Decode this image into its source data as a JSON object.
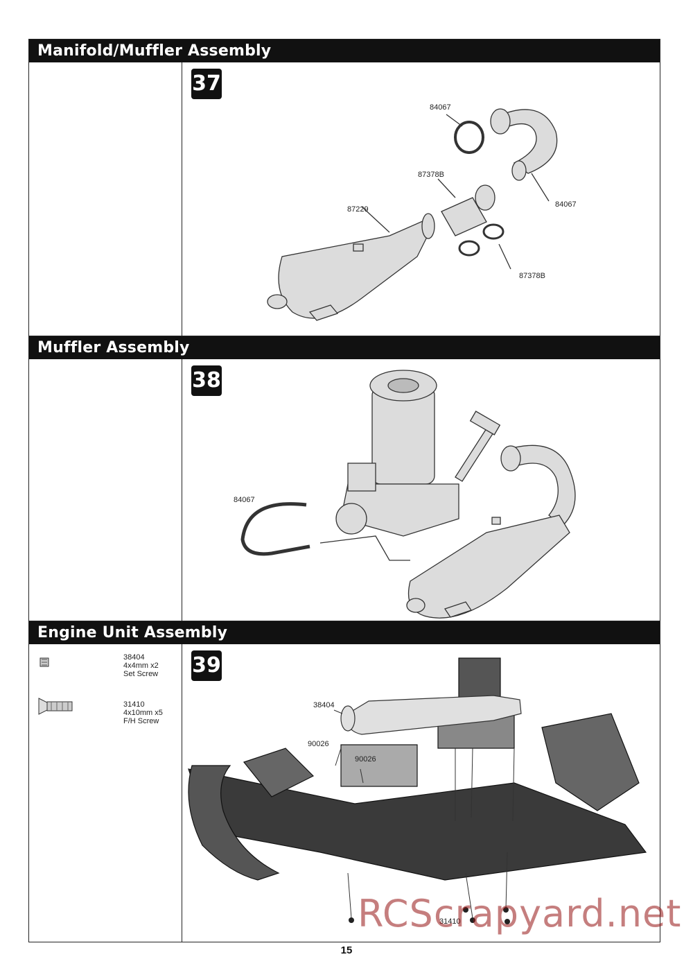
{
  "sections": [
    {
      "title": "Manifold/Muffler Assembly",
      "step": "37",
      "labels": [
        "84067",
        "87378B",
        "84067",
        "87229",
        "87378B"
      ]
    },
    {
      "title": "Muffler Assembly",
      "step": "38",
      "labels": [
        "84067"
      ]
    },
    {
      "title": "Engine Unit Assembly",
      "step": "39",
      "hardware": [
        {
          "code": "38404",
          "size": "4x4mm x2",
          "name": "Set Screw"
        },
        {
          "code": "31410",
          "size": "4x10mm x5",
          "name": "F/H Screw"
        }
      ],
      "labels": [
        "38404",
        "90026",
        "90026",
        "31410"
      ]
    }
  ],
  "page_number": "15",
  "watermark": "RCScrapyard.net"
}
